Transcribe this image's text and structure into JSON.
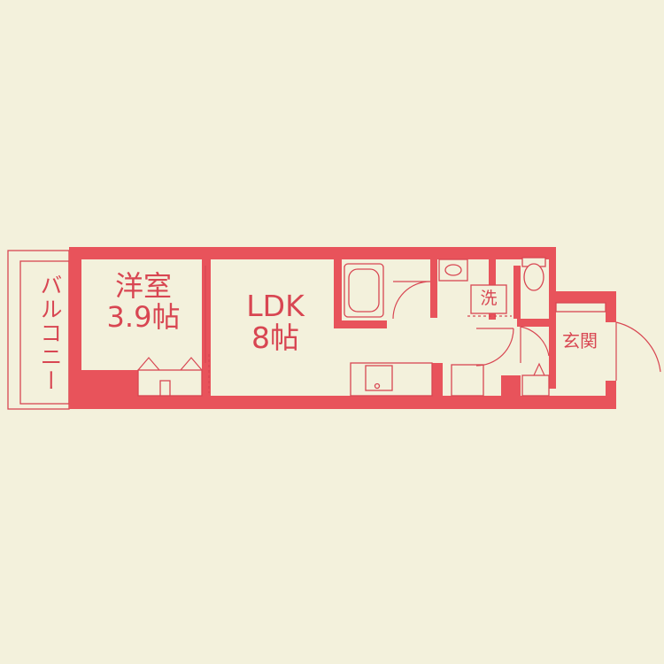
{
  "rooms": {
    "youshitsu": {
      "name": "洋室",
      "size": "3.9帖"
    },
    "ldk": {
      "name": "LDK",
      "size": "8帖"
    },
    "balcony": {
      "name": "バルコニー"
    },
    "sentaku": {
      "name": "洗"
    },
    "genkan": {
      "name": "玄関"
    }
  },
  "colors": {
    "background": "#f3f1dc",
    "wall": "#e8535b",
    "line": "#d84652"
  }
}
